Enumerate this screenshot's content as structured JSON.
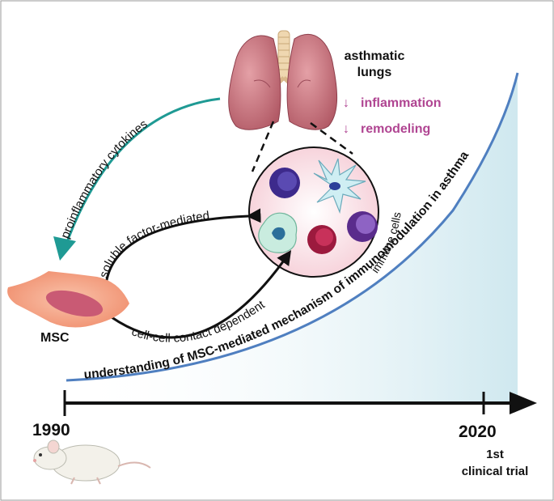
{
  "lungs": {
    "label_line1": "asthmatic",
    "label_line2": "lungs",
    "arrow_glyph": "↓",
    "effects": [
      "inflammation",
      "remodeling"
    ]
  },
  "arrows": {
    "cytokines": "proinflammatory cytokines",
    "soluble": "soluble factor-mediated",
    "contact": "cell-cell contact dependent"
  },
  "immune_cells_label": "immune cells",
  "msc_label": "MSC",
  "curve_label": "understanding of MSC-mediated mechanism of immunomodulation in asthma",
  "timeline": {
    "start_year": "1990",
    "end_year": "2020",
    "end_note_line1": "1st",
    "end_note_line2": "clinical trial"
  },
  "colors": {
    "teal_arrow": "#1f9a94",
    "purple_text": "#b04592",
    "curve_blue": "#4f7fc0",
    "timeline": "#111111",
    "msc_cell": "#f4a88a",
    "lung": "#c8707a"
  },
  "icons": [
    "lungs-illustration",
    "msc-cell-icon",
    "mouse-illustration",
    "macrophage-icon",
    "dendritic-cell-icon",
    "lymphocyte-icon"
  ]
}
